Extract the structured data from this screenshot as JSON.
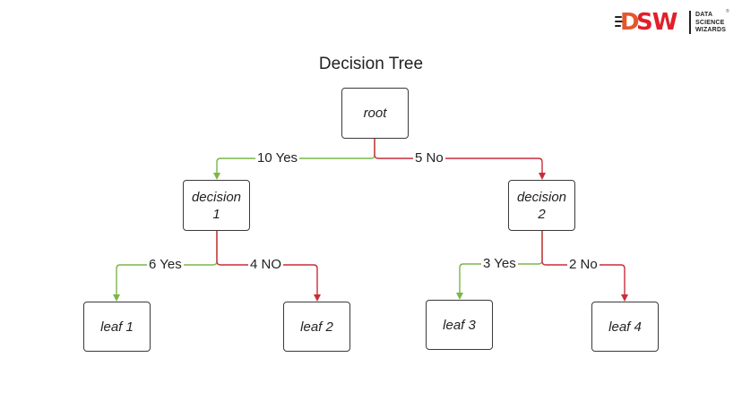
{
  "diagram": {
    "title": "Decision Tree",
    "nodes": {
      "root": "root",
      "decision1": "decision\n1",
      "decision2": "decision\n2",
      "leaf1": "leaf 1",
      "leaf2": "leaf 2",
      "leaf3": "leaf 3",
      "leaf4": "leaf 4"
    },
    "edges": {
      "root_decision1": "10 Yes",
      "root_decision2": "5 No",
      "decision1_leaf1": "6 Yes",
      "decision1_leaf2": "4 NO",
      "decision2_leaf3": "3 Yes",
      "decision2_leaf4": "2 No"
    },
    "colors": {
      "yes_edge": "#7ab648",
      "no_edge": "#c92d39"
    }
  },
  "logo": {
    "mark_d": "D",
    "mark_sw": "SW",
    "line1": "DATA",
    "line2": "SCIENCE",
    "line3": "WIZARDS",
    "trademark": "®"
  }
}
